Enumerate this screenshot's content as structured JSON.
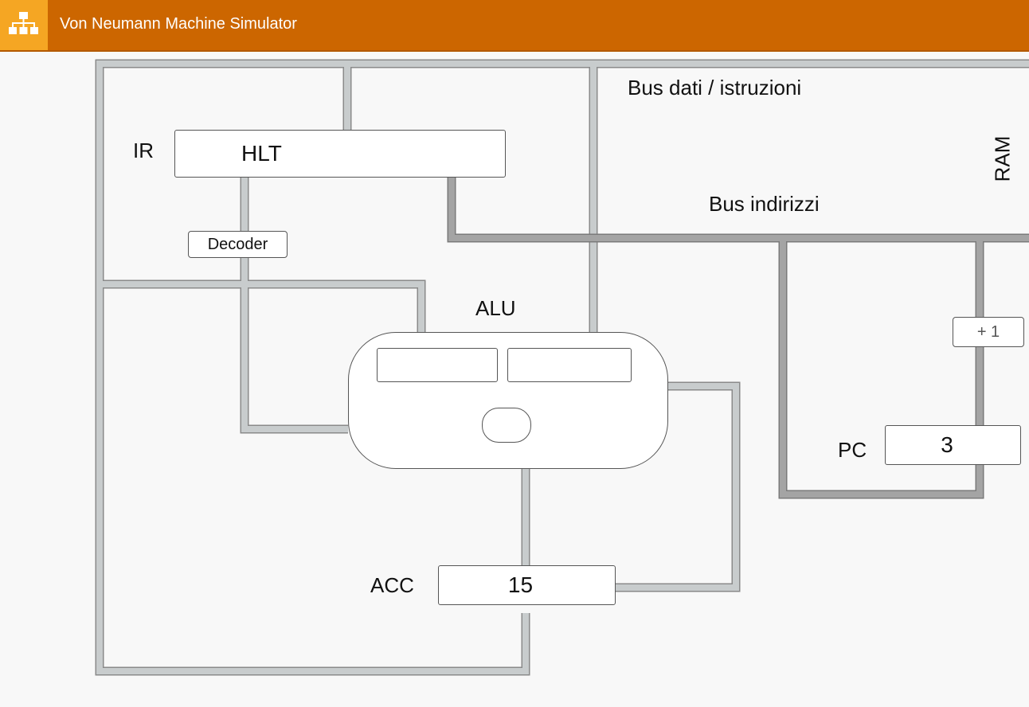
{
  "app": {
    "title": "Von Neumann Machine Simulator",
    "logo_icon": "sitemap-icon",
    "header_color": "#cc6600",
    "logo_color": "#f5a623"
  },
  "labels": {
    "bus_data": "Bus dati / istruzioni",
    "bus_address": "Bus indirizzi",
    "ram": "RAM",
    "ir": "IR",
    "alu": "ALU",
    "acc": "ACC",
    "pc": "PC"
  },
  "registers": {
    "ir_value": "HLT",
    "acc_value": "15",
    "pc_value": "3",
    "alu_operand_a": "",
    "alu_operand_b": "",
    "alu_operation": ""
  },
  "components": {
    "decoder": "Decoder",
    "incrementer": "+ 1"
  },
  "colors": {
    "data_bus": "#c8cccd",
    "address_bus": "#a4a4a4",
    "wire_edge": "#8a8a8a"
  }
}
